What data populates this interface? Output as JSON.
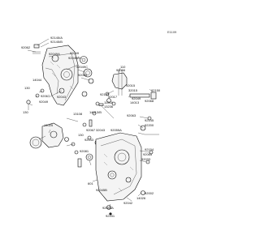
{
  "diagram": {
    "code": "E1109",
    "labels": [
      {
        "id": "l92145a",
        "text": "92145/A"
      },
      {
        "id": "l92145b",
        "text": "92145/B"
      },
      {
        "id": "l92062",
        "text": "92062"
      },
      {
        "id": "l92049a",
        "text": "92049A"
      },
      {
        "id": "l92049",
        "text": "92049"
      },
      {
        "id": "l92049b",
        "text": "92049B"
      },
      {
        "id": "l92049c",
        "text": "92049C"
      },
      {
        "id": "l92055",
        "text": "92055"
      },
      {
        "id": "l14044",
        "text": "14044"
      },
      {
        "id": "l130a",
        "text": "130"
      },
      {
        "id": "l92067a",
        "text": "92067"
      },
      {
        "id": "l92043a",
        "text": "92043"
      },
      {
        "id": "l92049d",
        "text": "92049"
      },
      {
        "id": "l130b",
        "text": "130"
      },
      {
        "id": "l110",
        "text": "110"
      },
      {
        "id": "l92066",
        "text": "92066"
      },
      {
        "id": "l92015",
        "text": "92015"
      },
      {
        "id": "l32015",
        "text": "32015"
      },
      {
        "id": "l92143",
        "text": "92143"
      },
      {
        "id": "l92017",
        "text": "92017"
      },
      {
        "id": "l11065",
        "text": "11065"
      },
      {
        "id": "l13236",
        "text": "13236"
      },
      {
        "id": "l92049e",
        "text": "92049"
      },
      {
        "id": "l92068",
        "text": "92068"
      },
      {
        "id": "l14013",
        "text": "14013"
      },
      {
        "id": "l92150",
        "text": "92150"
      },
      {
        "id": "l92063",
        "text": "92063"
      },
      {
        "id": "l13108",
        "text": "13108"
      },
      {
        "id": "l14013b",
        "text": "14013/B"
      },
      {
        "id": "l92145c",
        "text": "92145"
      },
      {
        "id": "l14025",
        "text": "14025"
      },
      {
        "id": "l130c",
        "text": "130"
      },
      {
        "id": "l92067b",
        "text": "92067"
      },
      {
        "id": "l32043",
        "text": "32043"
      },
      {
        "id": "l92043b",
        "text": "92043"
      },
      {
        "id": "l92200",
        "text": "92200"
      },
      {
        "id": "l92154",
        "text": "92154"
      },
      {
        "id": "l92065",
        "text": "92065"
      },
      {
        "id": "l92033",
        "text": "92033"
      },
      {
        "id": "l92055a",
        "text": "92055A"
      },
      {
        "id": "l92081",
        "text": "92081"
      },
      {
        "id": "l601",
        "text": "601"
      },
      {
        "id": "l92045b",
        "text": "92045B"
      },
      {
        "id": "l92045a",
        "text": "92045A"
      },
      {
        "id": "l92042",
        "text": "92042"
      },
      {
        "id": "l14026",
        "text": "14026"
      },
      {
        "id": "l92151",
        "text": "92151"
      },
      {
        "id": "l92002",
        "text": "92002"
      }
    ]
  }
}
